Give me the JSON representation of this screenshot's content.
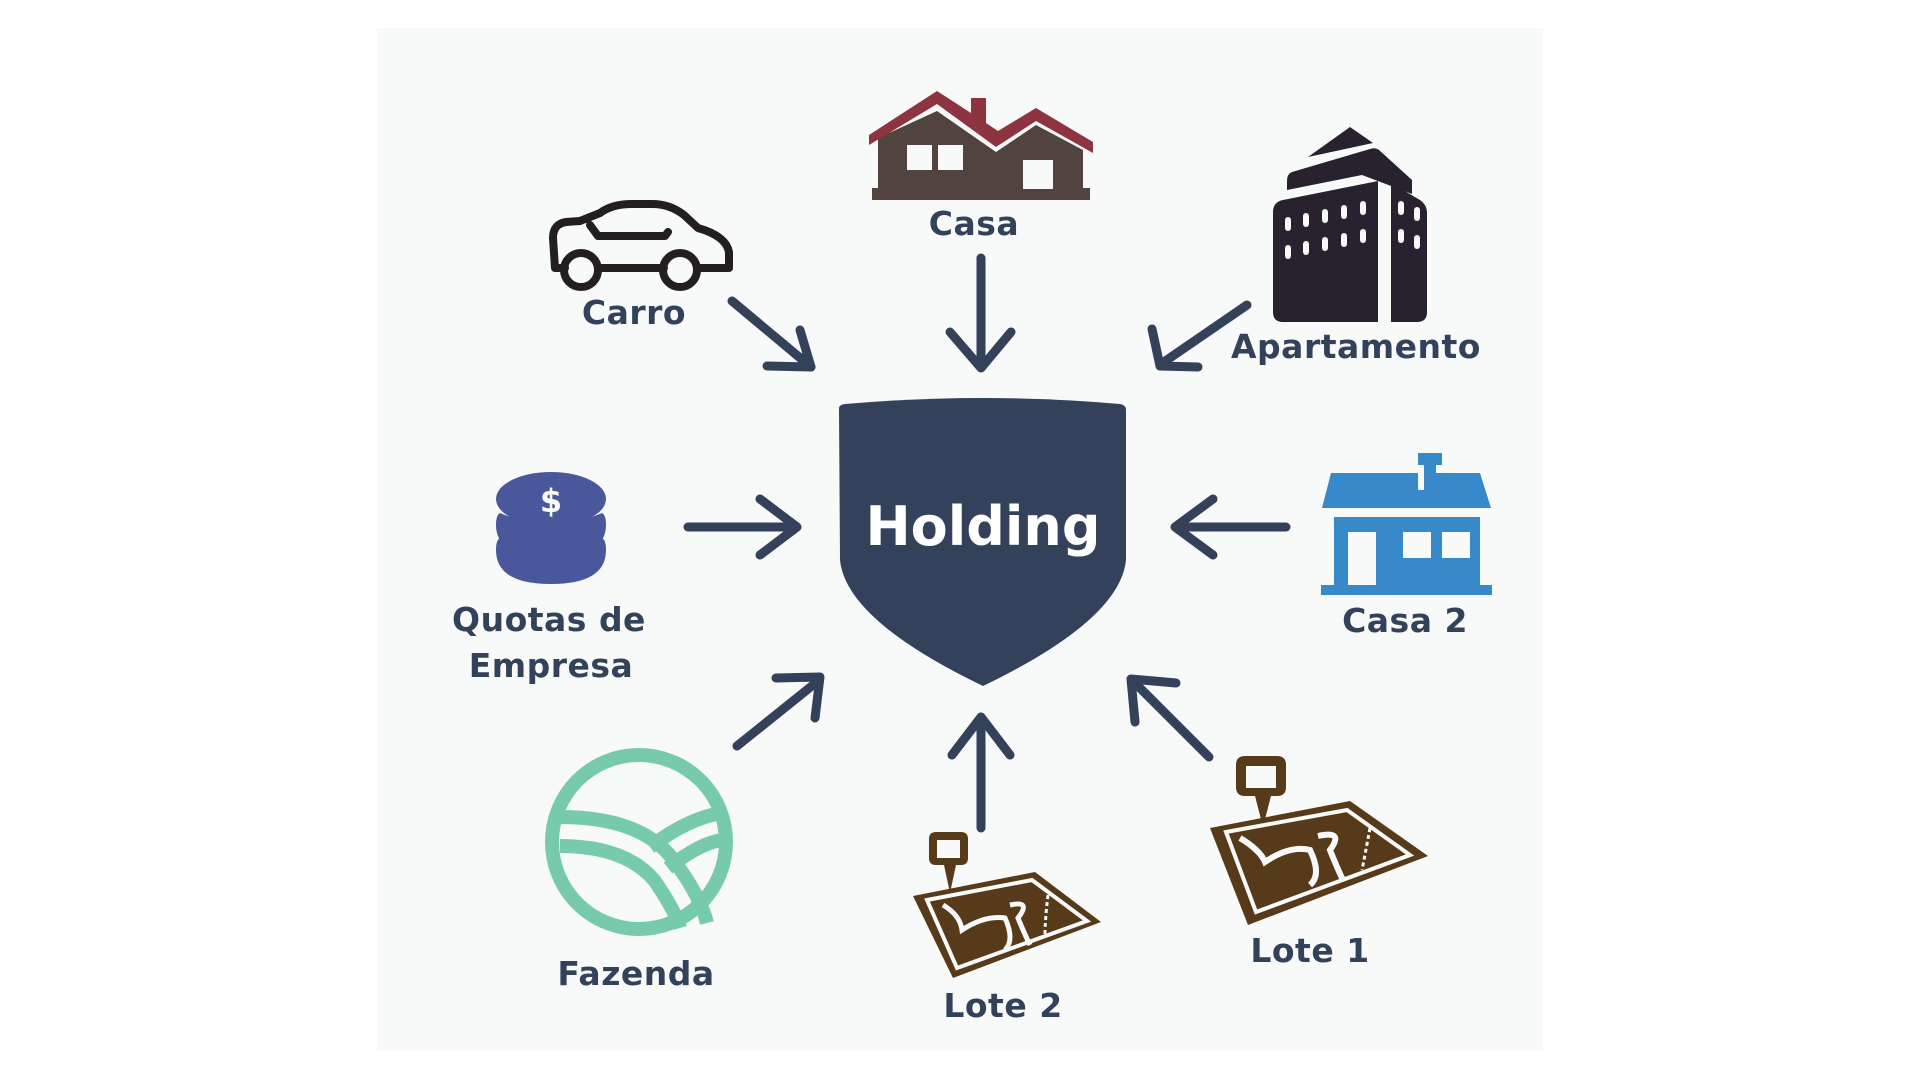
{
  "diagram": {
    "center": {
      "label": "Holding",
      "icon": "shield-icon"
    },
    "assets": [
      {
        "id": "carro",
        "label": "Carro",
        "icon": "car-icon",
        "color": "#231f20"
      },
      {
        "id": "casa",
        "label": "Casa",
        "icon": "house-icon",
        "color": "#51443f",
        "accent": "#8e3440"
      },
      {
        "id": "apartamento",
        "label": "Apartamento",
        "icon": "building-icon",
        "color": "#272130"
      },
      {
        "id": "quotas",
        "label_line1": "Quotas de",
        "label_line2": "Empresa",
        "icon": "coins-dollar-icon",
        "color": "#4a579b"
      },
      {
        "id": "casa2",
        "label": "Casa 2",
        "icon": "house-icon",
        "color": "#3789c9"
      },
      {
        "id": "fazenda",
        "label": "Fazenda",
        "icon": "farm-fields-icon",
        "color": "#77cbab"
      },
      {
        "id": "lote2",
        "label": "Lote 2",
        "icon": "map-pin-land-icon",
        "color": "#573a1a"
      },
      {
        "id": "lote1",
        "label": "Lote 1",
        "icon": "map-pin-land-icon",
        "color": "#573a1a"
      }
    ],
    "arrow_color": "#33415a",
    "text_color": "#33425b",
    "shield_color": "#33415a"
  }
}
